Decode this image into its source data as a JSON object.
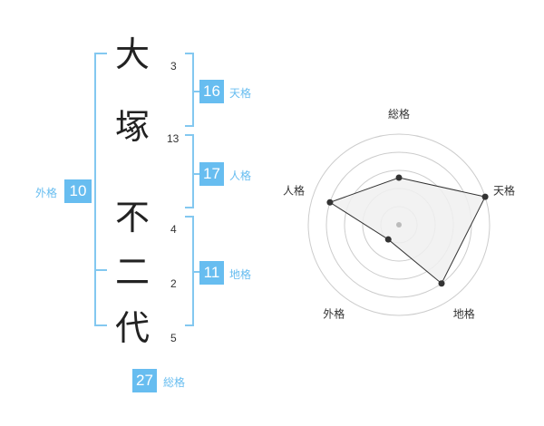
{
  "name": {
    "characters": [
      {
        "char": "大",
        "strokes": "3"
      },
      {
        "char": "塚",
        "strokes": "13"
      },
      {
        "char": "不",
        "strokes": "4"
      },
      {
        "char": "二",
        "strokes": "2"
      },
      {
        "char": "代",
        "strokes": "5"
      }
    ]
  },
  "kaku": {
    "tenkaku": {
      "label": "天格",
      "value": "16"
    },
    "jinkaku": {
      "label": "人格",
      "value": "17"
    },
    "chikaku": {
      "label": "地格",
      "value": "11"
    },
    "gaikaku": {
      "label": "外格",
      "value": "10"
    },
    "soukaku": {
      "label": "総格",
      "value": "27"
    }
  },
  "colors": {
    "accent": "#67bdf0",
    "bracket": "#83c8f0",
    "radar_fill": "#f0f0f0",
    "radar_grid": "#cccccc"
  },
  "chart_data": {
    "type": "radar",
    "axes": [
      "総格",
      "天格",
      "地格",
      "外格",
      "人格"
    ],
    "values": [
      2.6,
      5,
      4,
      1,
      4
    ],
    "range": [
      0,
      5
    ],
    "rings": 5,
    "grid": true
  }
}
